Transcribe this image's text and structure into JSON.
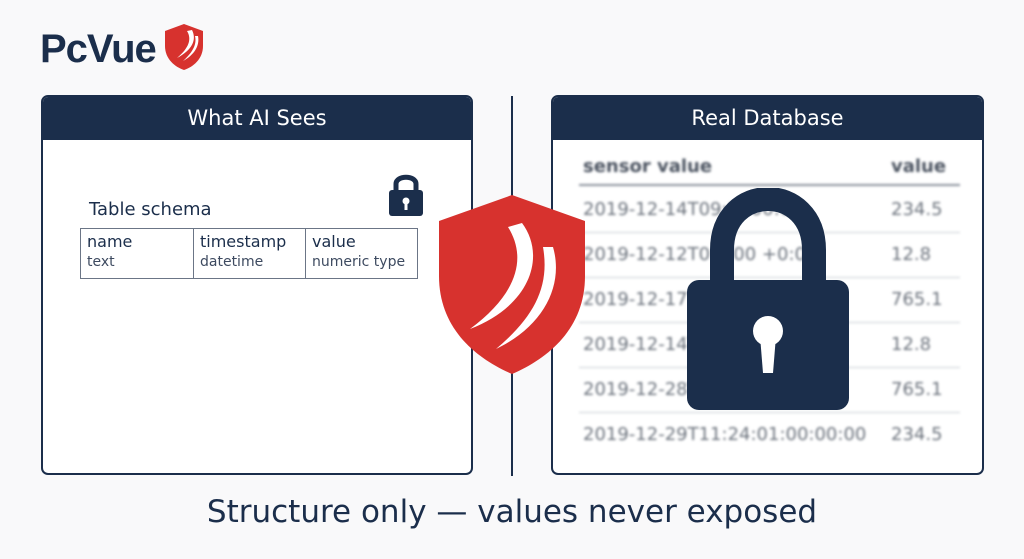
{
  "brand": {
    "name": "PcVue",
    "color": "#1b2e4b",
    "accent": "#d7322e"
  },
  "left_panel": {
    "title": "What AI Sees",
    "schema_title": "Table schema",
    "lock_icon": "lock-icon",
    "columns": [
      {
        "name": "name",
        "type": "text"
      },
      {
        "name": "timestamp",
        "type": "datetime"
      },
      {
        "name": "value",
        "type": "numeric type"
      }
    ]
  },
  "right_panel": {
    "title": "Real Database",
    "headers": [
      "sensor value",
      "value"
    ],
    "rows": [
      {
        "timestamp": "2019-12-14T09:2 :00:00",
        "value": "234.5"
      },
      {
        "timestamp": "2019-12-12T0 0:00 +0:0",
        "value": "12.8"
      },
      {
        "timestamp": "2019-12-17T",
        "value": "765.1"
      },
      {
        "timestamp": "2019-12-14T",
        "value": "12.8"
      },
      {
        "timestamp": "2019-12-28T",
        "value": "765.1"
      },
      {
        "timestamp": "2019-12-29T11:24:01:00:00:00",
        "value": "234.5"
      }
    ]
  },
  "center_icon": "shield-icon",
  "overlay_icon": "lock-icon",
  "caption": "Structure only — values never exposed"
}
